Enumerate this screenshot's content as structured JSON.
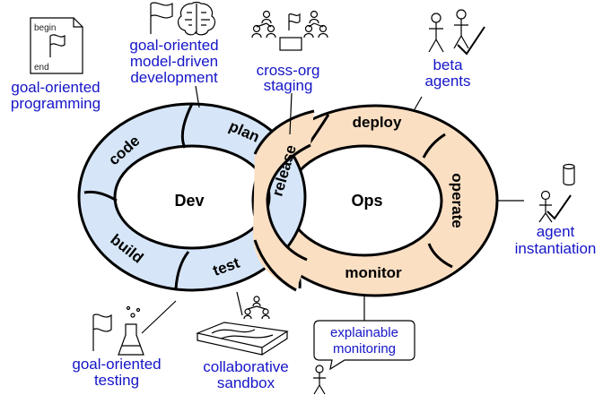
{
  "dev": {
    "center": "Dev",
    "segments": {
      "code": "code",
      "plan": "plan",
      "build": "build",
      "test": "test"
    }
  },
  "ops": {
    "center": "Ops",
    "segments": {
      "release": "release",
      "deploy": "deploy",
      "operate": "operate",
      "monitor": "monitor"
    }
  },
  "document_icon": {
    "top": "begin",
    "bottom": "end"
  },
  "annotations": {
    "goal_programming": [
      "goal-oriented",
      "programming"
    ],
    "goal_model_driven": [
      "goal-oriented",
      "model-driven",
      "development"
    ],
    "cross_org_staging": [
      "cross-org",
      "staging"
    ],
    "beta_agents": [
      "beta",
      "agents"
    ],
    "agent_instantiation": [
      "agent",
      "instantiation"
    ],
    "explainable_monitoring": [
      "explainable",
      "monitoring"
    ],
    "collaborative_sandbox": [
      "collaborative",
      "sandbox"
    ],
    "goal_testing": [
      "goal-oriented",
      "testing"
    ]
  },
  "colors": {
    "dev_ring": "#d6e6f8",
    "ops_ring": "#fbdfc3",
    "annotation_text": "#1515c8"
  }
}
